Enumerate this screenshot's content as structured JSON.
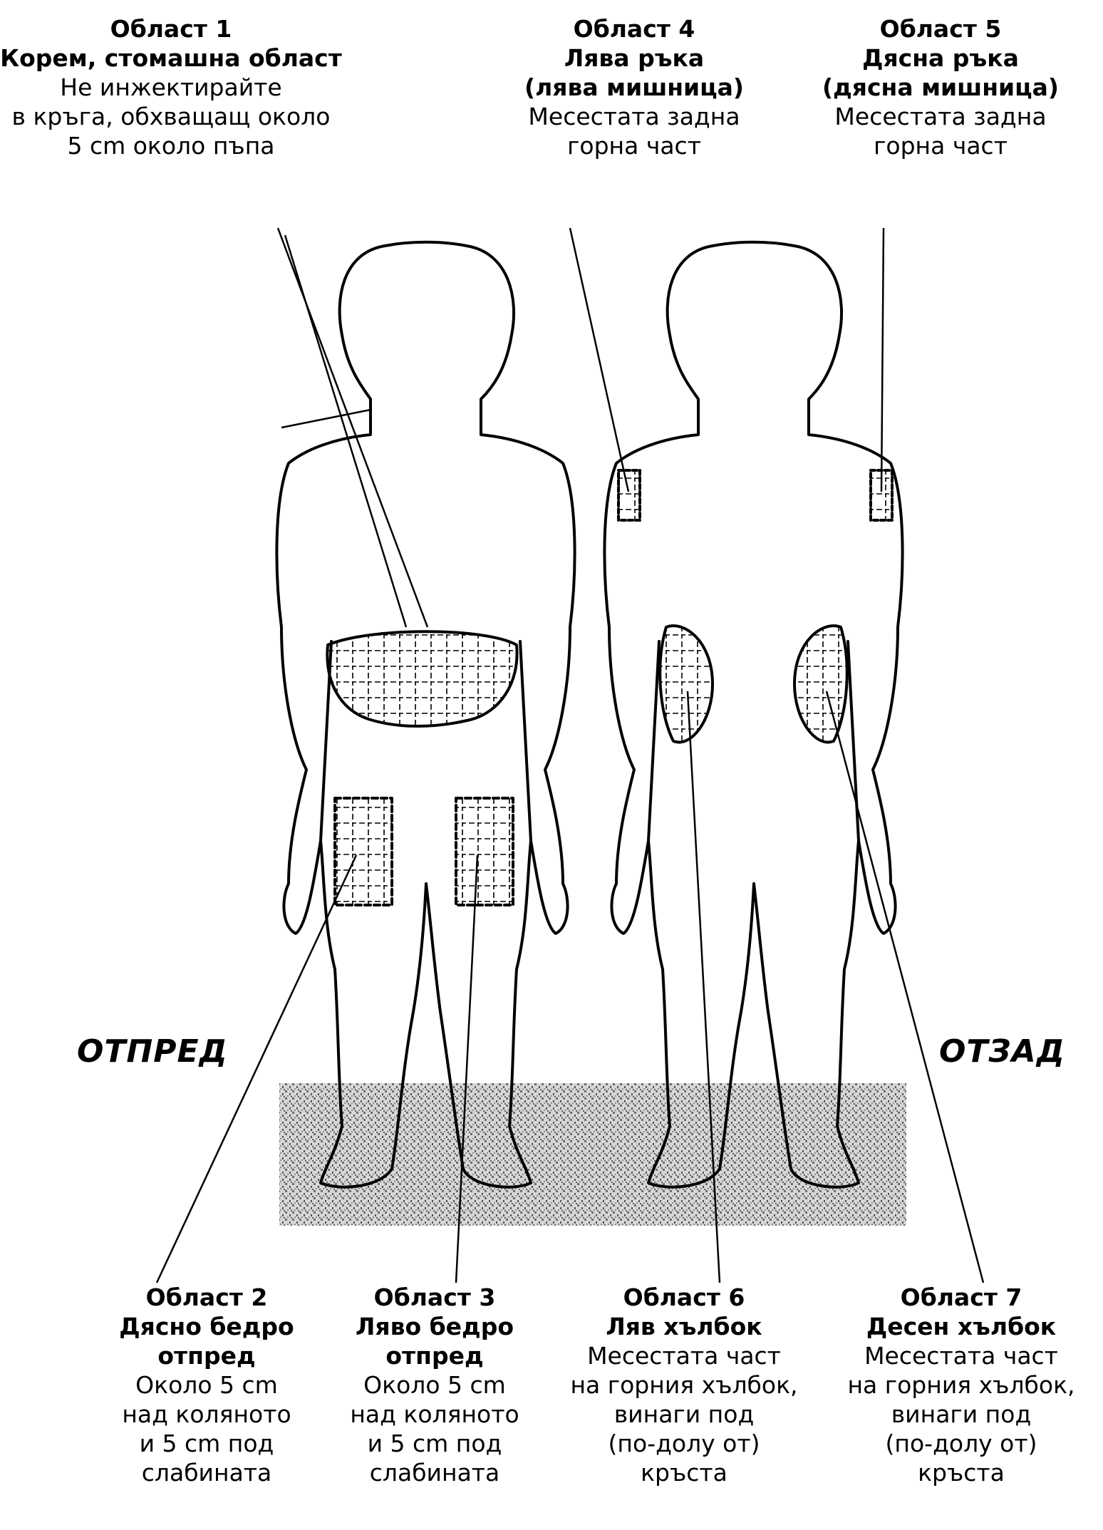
{
  "areas": {
    "a1": {
      "title": "Област 1",
      "name": "Корем, стомашна област",
      "lines": [
        "Не инжектирайте",
        "в кръга, обхващащ около",
        "5 cm около пъпа"
      ]
    },
    "a4": {
      "title": "Област 4",
      "name": "Лява ръка",
      "name2": "(лява мишница)",
      "lines": [
        "Месестата задна",
        "горна част"
      ]
    },
    "a5": {
      "title": "Област 5",
      "name": "Дясна ръка",
      "name2": "(дясна мишница)",
      "lines": [
        "Месестата задна",
        "горна част"
      ]
    },
    "a2": {
      "title": "Област 2",
      "name": "Дясно бедро",
      "name2": "отпред",
      "lines": [
        "Около 5 cm",
        "над коляното",
        "и 5 cm под",
        "слабината"
      ]
    },
    "a3": {
      "title": "Област 3",
      "name": "Ляво бедро",
      "name2": "отпред",
      "lines": [
        "Около 5 cm",
        "над коляното",
        "и 5 cm под",
        "слабината"
      ]
    },
    "a6": {
      "title": "Област 6",
      "name": "Ляв хълбок",
      "lines": [
        "Месестата част",
        "на горния хълбок,",
        "винаги под",
        "(по-долу от)",
        "кръста"
      ]
    },
    "a7": {
      "title": "Област 7",
      "name": "Десен хълбок",
      "lines": [
        "Месестата част",
        "на горния хълбок,",
        "винаги под",
        "(по-долу от)",
        "кръста"
      ]
    }
  },
  "views": {
    "front": "ОТПРЕД",
    "back": "ОТЗАД"
  }
}
